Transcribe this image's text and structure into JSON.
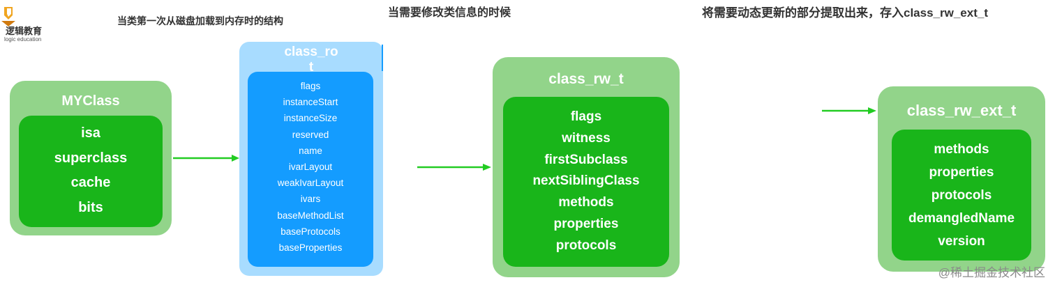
{
  "logo": {
    "brand_text": "逻辑教育",
    "subtitle": "logic education"
  },
  "captions": {
    "load": "当类第一次从磁盘加载到内存时的结构",
    "modify": "当需要修改类信息的时候",
    "extract": "将需要动态更新的部分提取出来，存入class_rw_ext_t"
  },
  "myclass": {
    "title": "MYClass",
    "fields": [
      "isa",
      "superclass",
      "cache",
      "bits"
    ]
  },
  "class_ro_t": {
    "title_line1": "class_ro",
    "title_line2": "t",
    "fields": [
      "flags",
      "instanceStart",
      "instanceSize",
      "reserved",
      "name",
      "ivarLayout",
      "weakIvarLayout",
      "ivars",
      "baseMethodList",
      "baseProtocols",
      "baseProperties"
    ]
  },
  "class_rw_t": {
    "title": "class_rw_t",
    "fields": [
      "flags",
      "witness",
      "firstSubclass",
      "nextSiblingClass",
      "methods",
      "properties",
      "protocols"
    ]
  },
  "class_rw_ext_t": {
    "title": "class_rw_ext_t",
    "fields": [
      "methods",
      "properties",
      "protocols",
      "demangledName",
      "version"
    ]
  },
  "watermark": "@稀土掘金技术社区",
  "colors": {
    "outer_green": "#92d48a",
    "inner_green": "#19b51a",
    "outer_blue": "#a8dcff",
    "inner_blue": "#149cff",
    "arrow": "#22cc22"
  }
}
